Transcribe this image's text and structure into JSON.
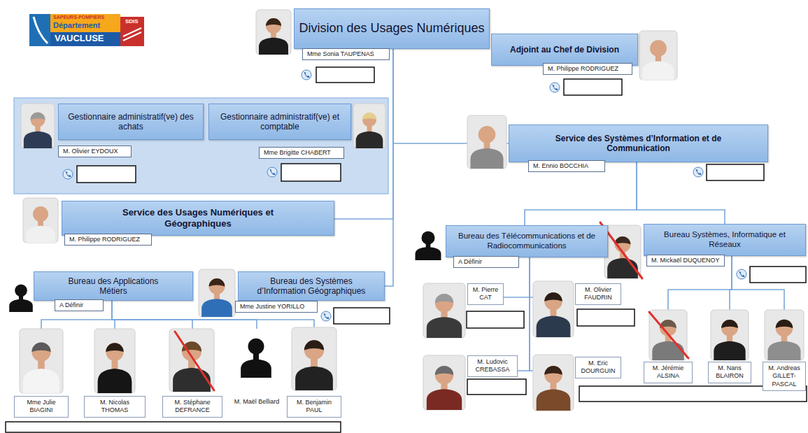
{
  "diagram": {
    "nodes": [
      {
        "text": [
          "Division des Usages Numériques",
          "Mme Sonia TAUPENAS"
        ]
      },
      {
        "text": [
          "Adjoint au Chef de Division",
          "M. Philippe RODRIGUEZ"
        ]
      },
      {
        "text": [
          "Gestionnaire administratif(ve) des achats",
          "M. Olivier EYDOUX"
        ]
      },
      {
        "text": [
          "Gestionnaire administratif(ve) et comptable",
          "Mme Brigitte CHABERT"
        ]
      },
      {
        "text": [
          "Service des Systèmes d’Information et de Communication",
          "M. Ennio BOCCHIA"
        ]
      },
      {
        "text": [
          "Service des Usages Numériques et Géographiques",
          "M. Philippe RODRIGUEZ"
        ]
      },
      {
        "text": [
          "Bureau des Télécommunications et de Radiocommunications",
          "A Définir"
        ]
      },
      {
        "text": [
          "Bureau Systèmes, Informatique et Réseaux",
          "M. Mickaël DUQUENOY"
        ]
      },
      {
        "text": [
          "Bureau des Applications Métiers",
          "A Définir"
        ]
      },
      {
        "text": [
          "Bureau des Systèmes d’Information Géographiques",
          "Mme Justine YORILLO"
        ]
      },
      {
        "text": [
          "M. Pierre CAT"
        ]
      },
      {
        "text": [
          "M. Olivier FAUDRIN"
        ]
      },
      {
        "text": [
          "M. Jérémie ALSINA"
        ]
      },
      {
        "text": [
          "M. Nans BLAIRON"
        ]
      },
      {
        "text": [
          "M. Andreas GILLET-PASCAL"
        ]
      },
      {
        "text": [
          "M. Ludovic CREBASSA"
        ]
      },
      {
        "text": [
          "M. Eric DOURGUIN"
        ]
      },
      {
        "text": [
          "Mme Julie BIAGINI"
        ]
      },
      {
        "text": [
          "M. Nicolas THOMAS"
        ]
      },
      {
        "text": [
          "M. Stéphane DEFRANCE"
        ]
      },
      {
        "text": [
          "M. Maël Belliard"
        ]
      },
      {
        "text": [
          "M. Benjamin PAUL"
        ]
      }
    ],
    "edges": [
      {
        "from": 0,
        "to": 4,
        "arrow": "none"
      },
      {
        "from": 0,
        "to": 5,
        "arrow": "none"
      },
      {
        "from": 0,
        "to": 9,
        "arrow": "none"
      },
      {
        "from": 4,
        "to": 6,
        "arrow": "none"
      },
      {
        "from": 4,
        "to": 7,
        "arrow": "none"
      },
      {
        "from": 6,
        "to": 10,
        "arrow": "none"
      },
      {
        "from": 6,
        "to": 11,
        "arrow": "none"
      },
      {
        "from": 6,
        "to": 15,
        "arrow": "none"
      },
      {
        "from": 6,
        "to": 16,
        "arrow": "none"
      },
      {
        "from": 7,
        "to": 12,
        "arrow": "none"
      },
      {
        "from": 7,
        "to": 13,
        "arrow": "none"
      },
      {
        "from": 7,
        "to": 14,
        "arrow": "none"
      },
      {
        "from": 8,
        "to": 17,
        "arrow": "none"
      },
      {
        "from": 8,
        "to": 18,
        "arrow": "none"
      },
      {
        "from": 8,
        "to": 19,
        "arrow": "none"
      },
      {
        "from": 8,
        "to": 20,
        "arrow": "none"
      },
      {
        "from": 8,
        "to": 21,
        "arrow": "none"
      }
    ],
    "labels": [
      "SAPEURS-POMPIERS",
      "Département",
      "VAUCLUSE",
      "SDIS"
    ]
  }
}
